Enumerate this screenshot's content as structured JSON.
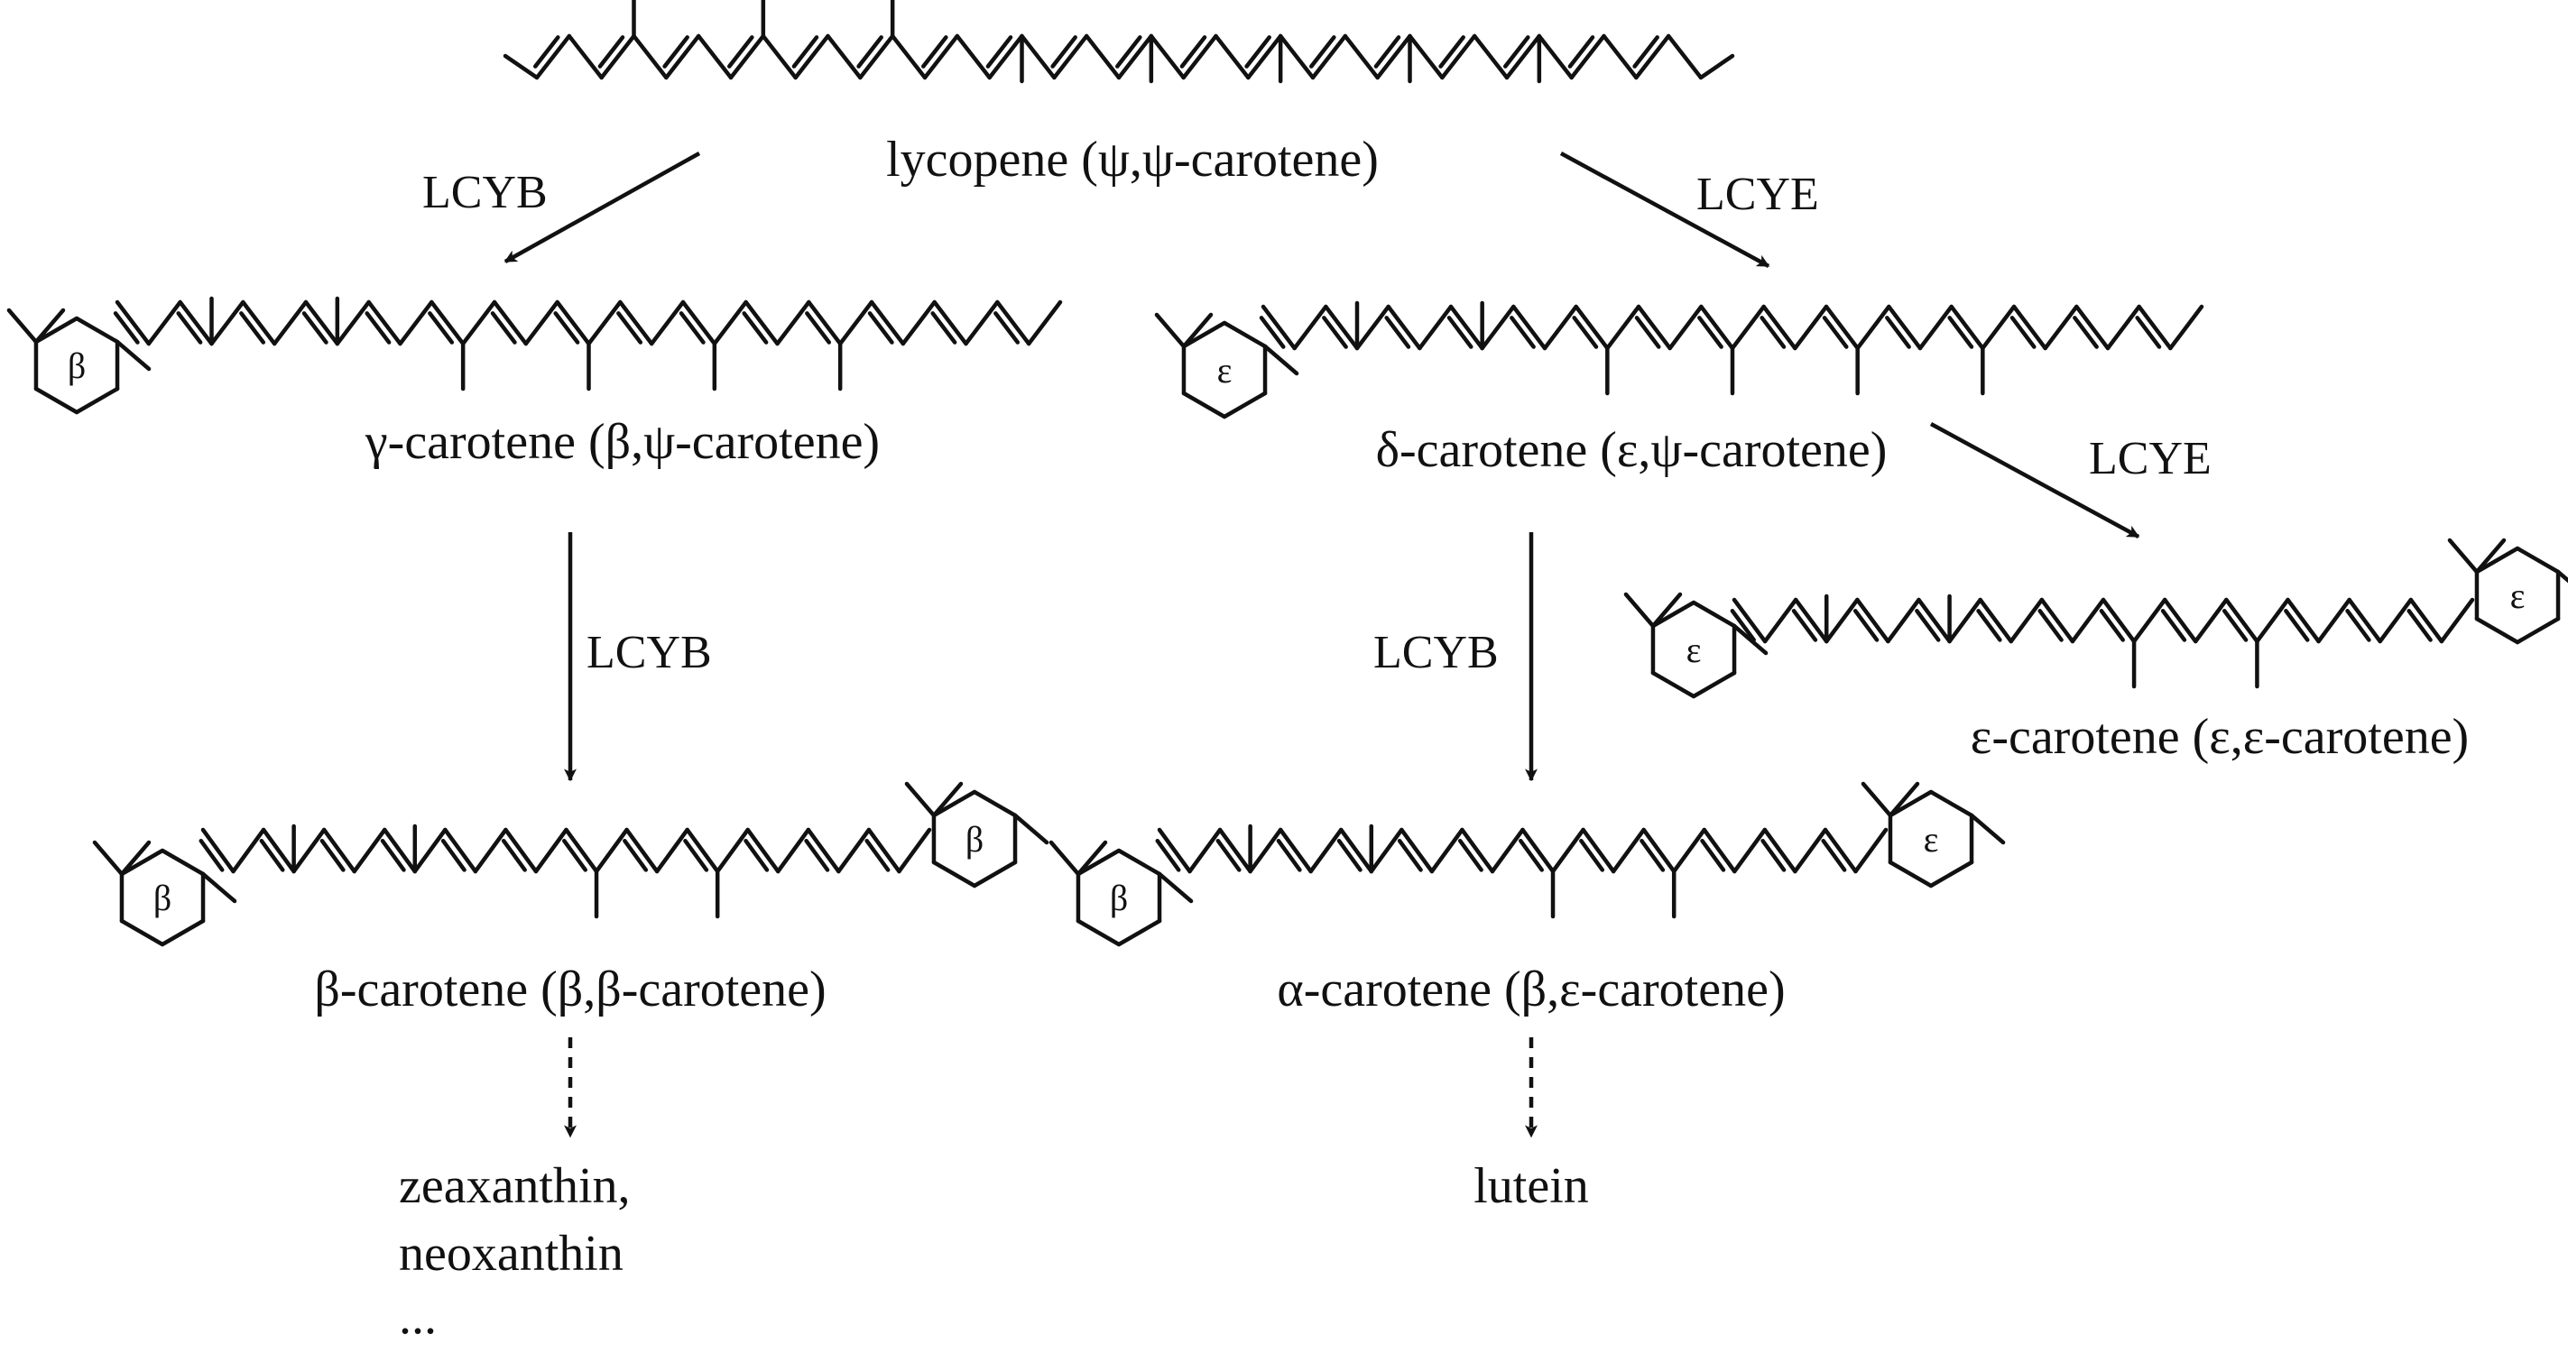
{
  "compounds": {
    "lycopene": "lycopene (ψ,ψ-carotene)",
    "gamma": "γ-carotene (β,ψ-carotene)",
    "delta": "δ-carotene (ε,ψ-carotene)",
    "epsilon": "ε-carotene (ε,ε-carotene)",
    "beta": "β-carotene (β,β-carotene)",
    "alpha": "α-carotene (β,ε-carotene)"
  },
  "downstream": {
    "beta_line1": "zeaxanthin,",
    "beta_line2": "neoxanthin",
    "beta_line3": "...",
    "alpha": "lutein"
  },
  "enzymes": {
    "lyc_to_gamma": "LCYB",
    "lyc_to_delta": "LCYE",
    "delta_to_epsilon": "LCYE",
    "gamma_to_beta": "LCYB",
    "delta_to_alpha": "LCYB"
  },
  "ring_labels": {
    "beta": "β",
    "epsilon": "ε"
  }
}
